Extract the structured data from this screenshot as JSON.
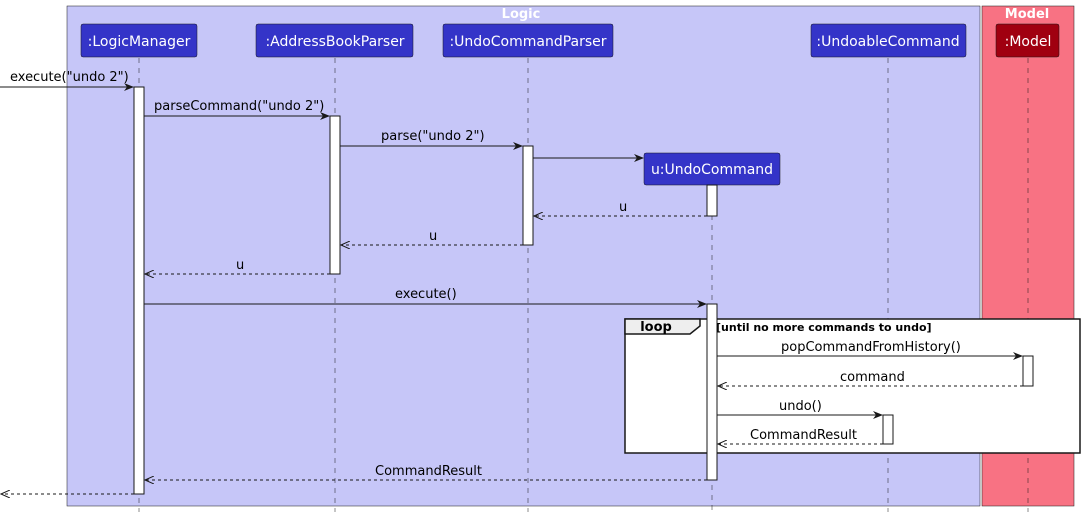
{
  "boxes": {
    "logic": {
      "title": "Logic",
      "fill": "#c6c6f8"
    },
    "model": {
      "title": "Model",
      "fill": "#f87283"
    }
  },
  "participants": {
    "logic_manager": ":LogicManager",
    "address_book_parser": ":AddressBookParser",
    "undo_command_parser": ":UndoCommandParser",
    "undo_command": "u:UndoCommand",
    "undoable_command": ":UndoableCommand",
    "model": ":Model"
  },
  "colors": {
    "participant_fill": "#3434c8",
    "model_participant_fill": "#a00010",
    "participant_text": "#ffffff"
  },
  "messages": {
    "m1": "execute(\"undo 2\")",
    "m2": "parseCommand(\"undo 2\")",
    "m3": "parse(\"undo 2\")",
    "m4": "",
    "m5": "u",
    "m6": "u",
    "m7": "u",
    "m8": "execute()",
    "m9": "popCommandFromHistory()",
    "m10": "command",
    "m11": "undo()",
    "m12": "CommandResult",
    "m13": "CommandResult",
    "m14": ""
  },
  "fragment": {
    "keyword": "loop",
    "guard": "[until no more commands to undo]"
  }
}
